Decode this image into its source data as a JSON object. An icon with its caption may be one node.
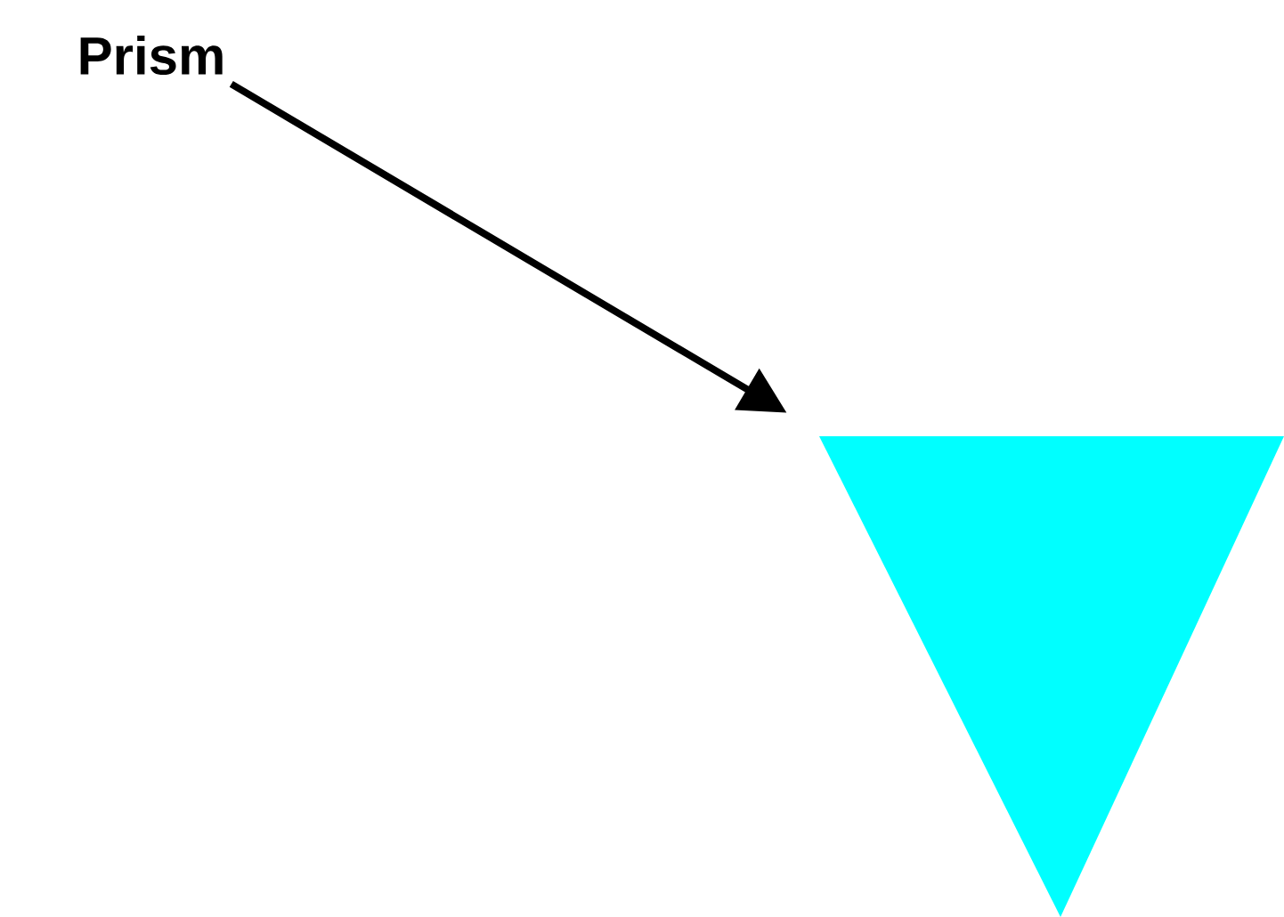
{
  "diagram": {
    "nodes": [
      {
        "text": [
          "Prism"
        ]
      },
      {
        "text": [],
        "shape": "triangle"
      }
    ],
    "edges": [
      {
        "from": 0,
        "to": 1,
        "arrow": "to"
      }
    ]
  }
}
